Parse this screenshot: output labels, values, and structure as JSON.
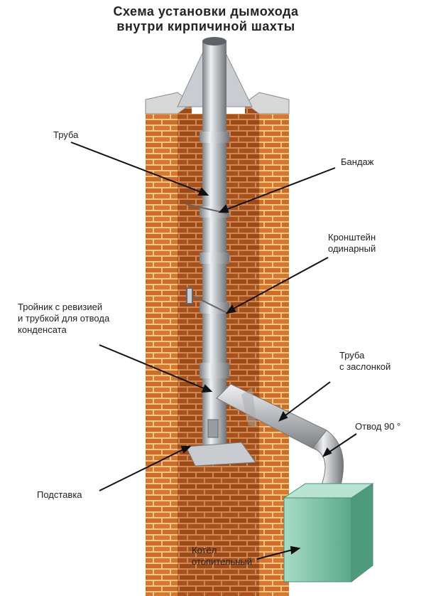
{
  "title": {
    "line1": "Схема установки дымохода",
    "line2": "внутри кирпичиной шахты"
  },
  "labels": {
    "pipe": "Труба",
    "bandage": "Бандаж",
    "bracket_line1": "Кронштейн",
    "bracket_line2": "одинарный",
    "tee_line1": "Тройник  с  ревизией",
    "tee_line2": "и трубкой для отвода",
    "tee_line3": "конденсата",
    "damper_pipe_line1": "Труба",
    "damper_pipe_line2": "с заслонкой",
    "elbow": "Отвод 90 °",
    "stand": "Подставка",
    "boiler_line1": "Котёл",
    "boiler_line2": "отопительный"
  },
  "colors": {
    "brick": "#d9782f",
    "mortar": "#f3c98a",
    "pipe": "#b8bcc0",
    "boiler": "#7fc3a8"
  }
}
